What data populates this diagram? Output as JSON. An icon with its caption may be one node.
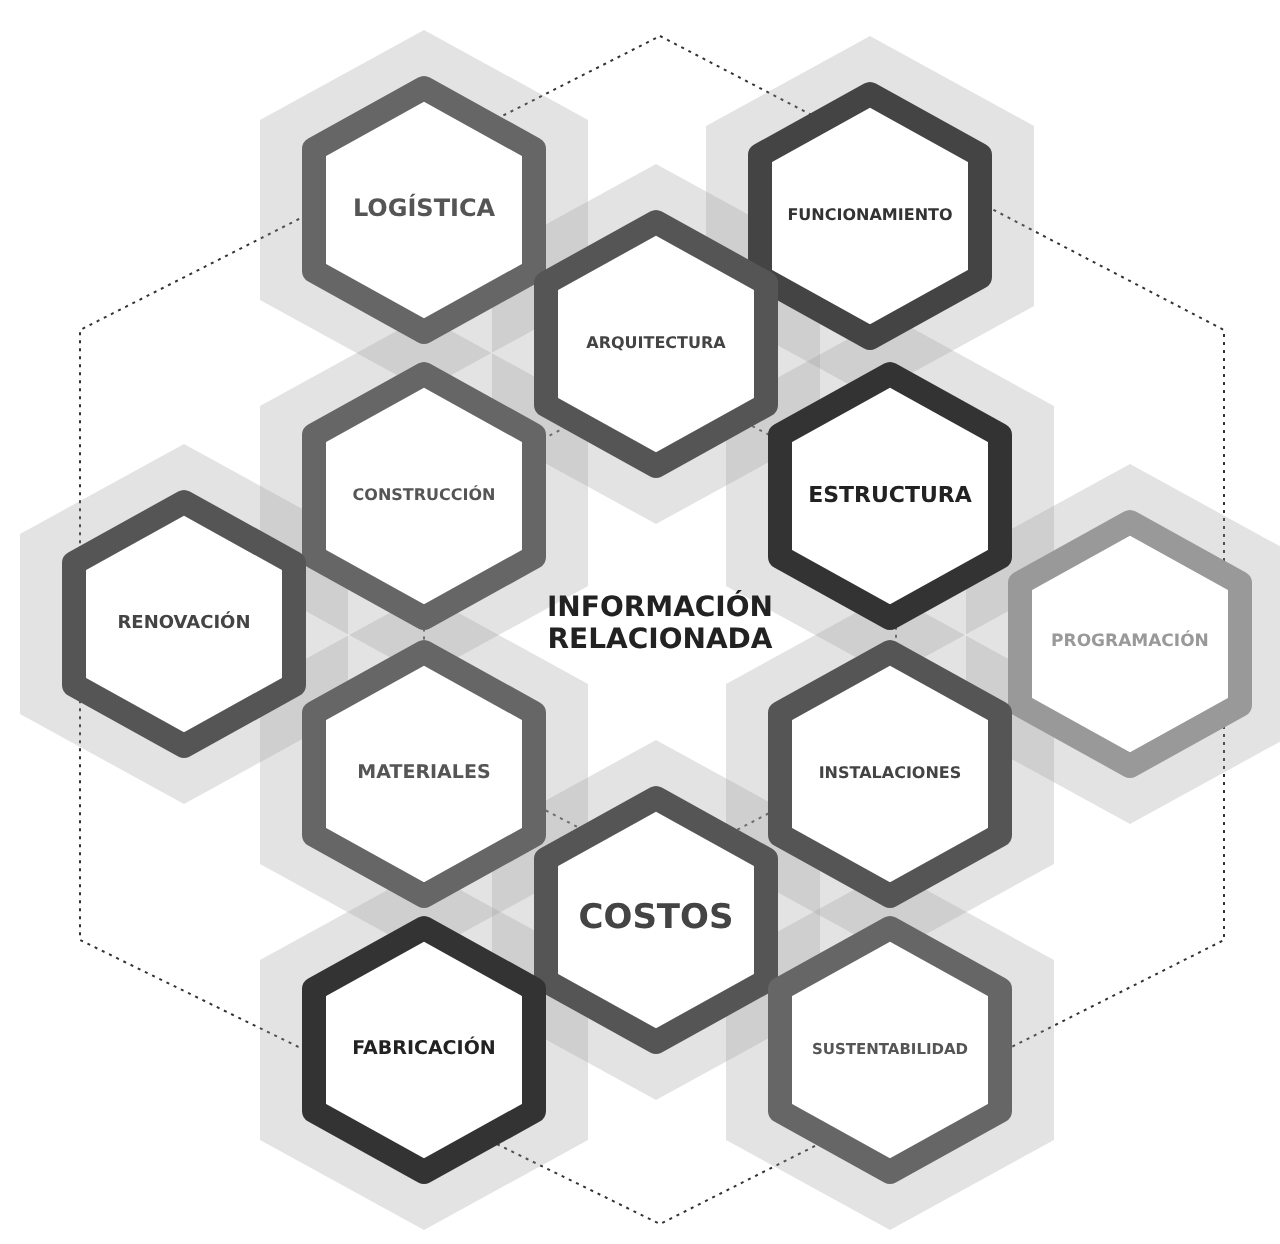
{
  "diagram": {
    "nodes": [
      {
        "text": [
          "LOGÍSTICA"
        ]
      },
      {
        "text": [
          "FUNCIONAMIENTO"
        ]
      },
      {
        "text": [
          "ARQUITECTURA"
        ]
      },
      {
        "text": [
          "CONSTRUCCIÓN"
        ]
      },
      {
        "text": [
          "ESTRUCTURA"
        ]
      },
      {
        "text": [
          "RENOVACIÓN"
        ]
      },
      {
        "text": [
          "INFORMACIÓN RELACIONADA"
        ]
      },
      {
        "text": [
          "PROGRAMACIÓN"
        ]
      },
      {
        "text": [
          "MATERIALES"
        ]
      },
      {
        "text": [
          "INSTALACIONES"
        ]
      },
      {
        "text": [
          "COSTOS"
        ]
      },
      {
        "text": [
          "FABRICACIÓN"
        ]
      },
      {
        "text": [
          "SUSTENTABILIDAD"
        ]
      }
    ]
  }
}
